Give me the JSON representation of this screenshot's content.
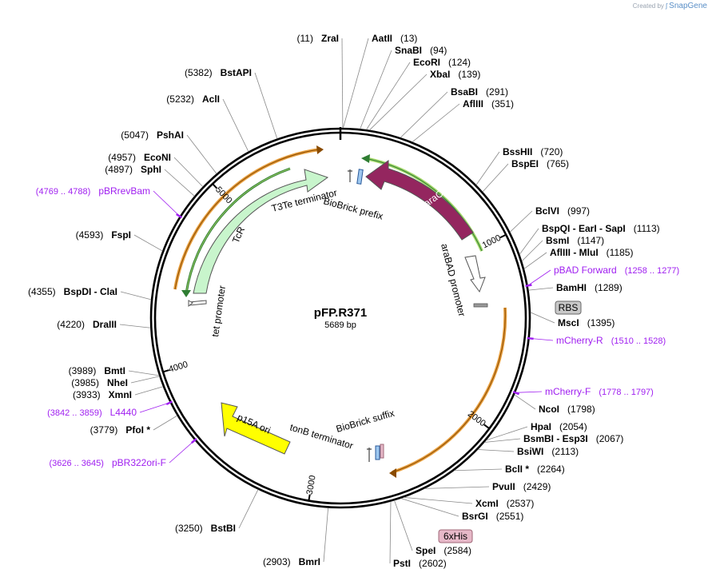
{
  "credit": {
    "prefix": "Created by",
    "brand": "SnapGene"
  },
  "map": {
    "name": "pFP.R371",
    "length_label": "5689 bp",
    "total_bp": 5689
  },
  "colors": {
    "backbone": "#000000",
    "site_line": "#888888",
    "primer": "#a020f0",
    "arac": "#94265f",
    "tcr": "#c8f5cc",
    "p15a": "#ffff00",
    "gene_outline": "#2e7d32",
    "orange_outline": "#e8a040"
  },
  "ticks": [
    {
      "label": "1000",
      "bp": 1000
    },
    {
      "label": "2000",
      "bp": 2000
    },
    {
      "label": "3000",
      "bp": 3000
    },
    {
      "label": "4000",
      "bp": 4000
    },
    {
      "label": "5000",
      "bp": 5000
    }
  ],
  "sites": [
    {
      "name": "ZraI",
      "pos": "(11)",
      "side": "L",
      "bp": 11
    },
    {
      "name": "AatII",
      "pos": "(13)",
      "side": "R",
      "bp": 13
    },
    {
      "name": "SnaBI",
      "pos": "(94)",
      "side": "R",
      "bp": 94
    },
    {
      "name": "EcoRI",
      "pos": "(124)",
      "side": "R",
      "bp": 124
    },
    {
      "name": "XbaI",
      "pos": "(139)",
      "side": "R",
      "bp": 139
    },
    {
      "name": "BsaBI",
      "pos": "(291)",
      "side": "R",
      "bp": 291
    },
    {
      "name": "AflIII",
      "pos": "(351)",
      "side": "R",
      "bp": 351
    },
    {
      "name": "BssHII",
      "pos": "(720)",
      "side": "R",
      "bp": 720
    },
    {
      "name": "BspEI",
      "pos": "(765)",
      "side": "R",
      "bp": 765
    },
    {
      "name": "BclVI",
      "pos": "(997)",
      "side": "R",
      "bp": 997
    },
    {
      "name": "BspQI - EarI - SapI",
      "pos": "(1113)",
      "side": "R",
      "bp": 1113
    },
    {
      "name": "BsmI",
      "pos": "(1147)",
      "side": "R",
      "bp": 1147
    },
    {
      "name": "AflIII - MluI",
      "pos": "(1185)",
      "side": "R",
      "bp": 1185
    },
    {
      "name": "BamHI",
      "pos": "(1289)",
      "side": "R",
      "bp": 1289
    },
    {
      "name": "MscI",
      "pos": "(1395)",
      "side": "R",
      "bp": 1395
    },
    {
      "name": "NcoI",
      "pos": "(1798)",
      "side": "R",
      "bp": 1798
    },
    {
      "name": "HpaI",
      "pos": "(2054)",
      "side": "R",
      "bp": 2054
    },
    {
      "name": "BsmBI - Esp3I",
      "pos": "(2067)",
      "side": "R",
      "bp": 2067
    },
    {
      "name": "BsiWI",
      "pos": "(2113)",
      "side": "R",
      "bp": 2113
    },
    {
      "name": "BclI *",
      "pos": "(2264)",
      "side": "R",
      "bp": 2264
    },
    {
      "name": "PvuII",
      "pos": "(2429)",
      "side": "R",
      "bp": 2429
    },
    {
      "name": "XcmI",
      "pos": "(2537)",
      "side": "R",
      "bp": 2537
    },
    {
      "name": "BsrGI",
      "pos": "(2551)",
      "side": "R",
      "bp": 2551
    },
    {
      "name": "SpeI",
      "pos": "(2584)",
      "side": "R",
      "bp": 2584
    },
    {
      "name": "PstI",
      "pos": "(2602)",
      "side": "R",
      "bp": 2602
    },
    {
      "name": "BmrI",
      "pos": "(2903)",
      "side": "L",
      "bp": 2903
    },
    {
      "name": "BstBI",
      "pos": "(3250)",
      "side": "L",
      "bp": 3250
    },
    {
      "name": "PfoI *",
      "pos": "(3779)",
      "side": "L",
      "bp": 3779
    },
    {
      "name": "XmnI",
      "pos": "(3933)",
      "side": "L",
      "bp": 3933
    },
    {
      "name": "NheI",
      "pos": "(3985)",
      "side": "L",
      "bp": 3985
    },
    {
      "name": "BmtI",
      "pos": "(3989)",
      "side": "L",
      "bp": 3989
    },
    {
      "name": "DraIII",
      "pos": "(4220)",
      "side": "L",
      "bp": 4220
    },
    {
      "name": "BspDI - ClaI",
      "pos": "(4355)",
      "side": "L",
      "bp": 4355
    },
    {
      "name": "FspI",
      "pos": "(4593)",
      "side": "L",
      "bp": 4593
    },
    {
      "name": "SphI",
      "pos": "(4897)",
      "side": "L",
      "bp": 4897
    },
    {
      "name": "EcoNI",
      "pos": "(4957)",
      "side": "L",
      "bp": 4957
    },
    {
      "name": "PshAI",
      "pos": "(5047)",
      "side": "L",
      "bp": 5047
    },
    {
      "name": "AclI",
      "pos": "(5232)",
      "side": "L",
      "bp": 5232
    },
    {
      "name": "BstAPI",
      "pos": "(5382)",
      "side": "L",
      "bp": 5382
    }
  ],
  "primers": [
    {
      "name": "pBAD Forward",
      "pos": "(1258 .. 1277)",
      "side": "R",
      "bp": 1267
    },
    {
      "name": "mCherry-R",
      "pos": "(1510 .. 1528)",
      "side": "R",
      "bp": 1519
    },
    {
      "name": "mCherry-F",
      "pos": "(1778 .. 1797)",
      "side": "R",
      "bp": 1787
    },
    {
      "name": "L4440",
      "pos": "(3842 .. 3859)",
      "side": "L",
      "bp": 3850
    },
    {
      "name": "pBR322ori-F",
      "pos": "(3626 .. 3645)",
      "side": "L",
      "bp": 3635
    },
    {
      "name": "pBRrevBam",
      "pos": "(4769 .. 4788)",
      "side": "L",
      "bp": 4778
    }
  ],
  "badges": [
    {
      "name": "RBS",
      "fill": "#c8c8c8",
      "stroke": "#666666"
    },
    {
      "name": "6xHis",
      "fill": "#e6b8c8",
      "stroke": "#a06878"
    }
  ],
  "features": {
    "arac": "araC",
    "arabad_promoter": "araBAD promoter",
    "biobrick_prefix": "BioBrick prefix",
    "biobrick_suffix": "BioBrick suffix",
    "t3te_terminator": "T3Te terminator",
    "tonb_terminator": "tonB terminator",
    "tcr": "TcR",
    "tet_promoter": "tet promoter",
    "p15a_ori": "p15A ori"
  }
}
